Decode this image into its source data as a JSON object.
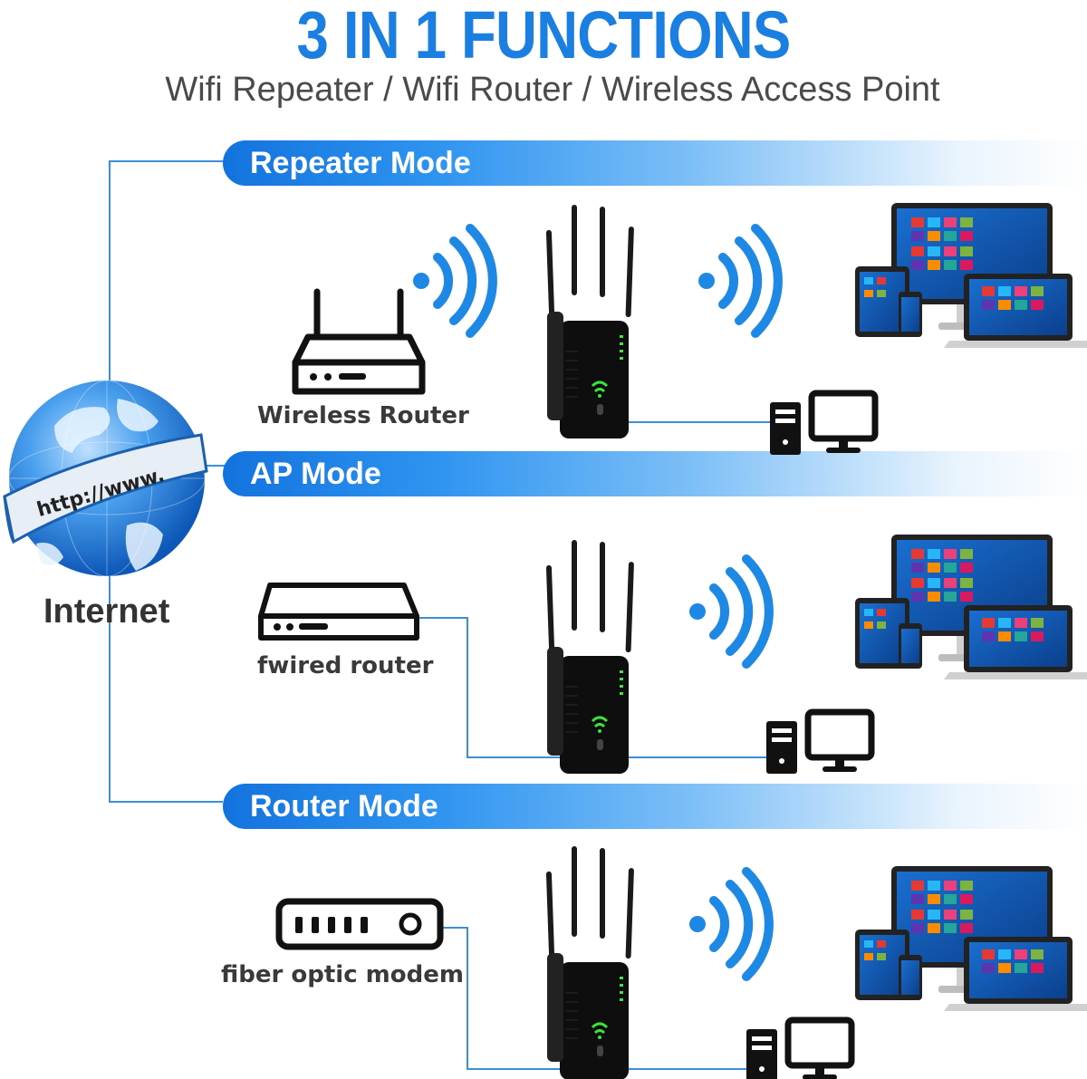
{
  "header": {
    "title": "3 IN 1 FUNCTIONS",
    "subtitle": "Wifi Repeater / Wifi Router / Wireless Access Point"
  },
  "globe": {
    "band_text": "http://www.",
    "label": "Internet"
  },
  "sections": [
    {
      "banner": "Repeater Mode",
      "source_label": "Wireless Router"
    },
    {
      "banner": "AP Mode",
      "source_label": "fwired router"
    },
    {
      "banner": "Router Mode",
      "source_label": "fiber optic modem"
    }
  ],
  "colors": {
    "accent": "#1a7fe0",
    "wifi": "#1e88e5",
    "line": "#3a8fd8",
    "device": "#111111"
  },
  "icons": [
    "globe-icon",
    "wireless-router-icon",
    "wired-router-icon",
    "fiber-modem-icon",
    "extender-device-icon",
    "wifi-signal-icon",
    "desktop-pc-icon",
    "multi-device-icon"
  ]
}
